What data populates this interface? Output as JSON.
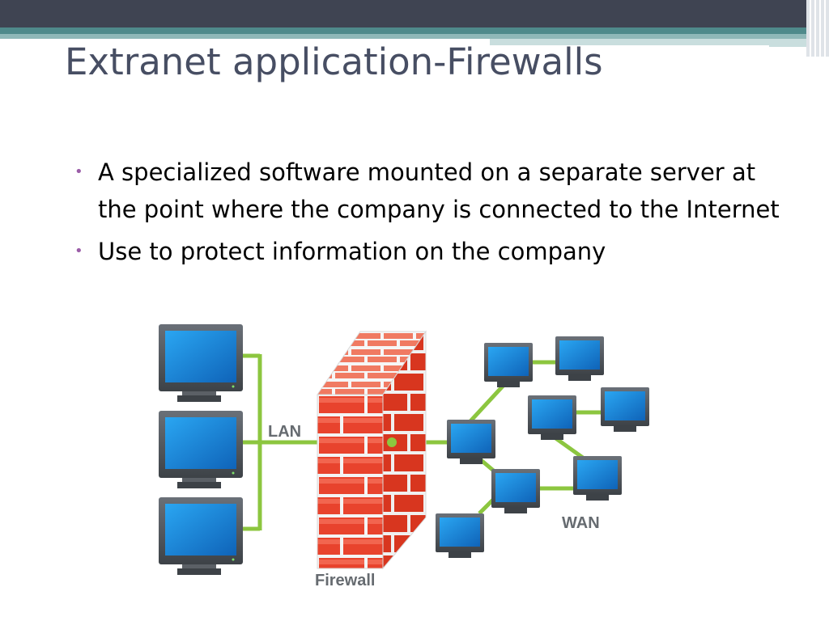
{
  "slide": {
    "title": "Extranet application-Firewalls",
    "bullets": [
      "A specialized software mounted on a separate server at the point where the company is connected to the Internet",
      "Use to protect information on the company"
    ]
  },
  "diagram": {
    "lan_label": "LAN",
    "wan_label": "WAN",
    "firewall_label": "Firewall"
  },
  "colors": {
    "title": "#474e63",
    "bullet_marker": "#9b5da8",
    "connector": "#8cc63f",
    "brick": "#e8432d",
    "screen": "#1e8fe0",
    "monitor_frame": "#4a4f55"
  }
}
